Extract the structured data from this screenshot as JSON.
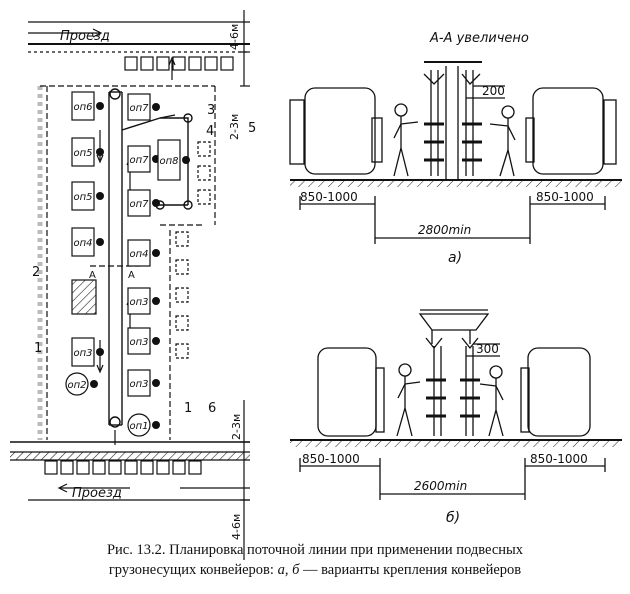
{
  "plan": {
    "road_top": "Проезд",
    "road_bottom": "Проезд",
    "dim_top": "4-6м",
    "dim_mid": "2-3м",
    "dim_bot_gap": "2-3м",
    "dim_bottom": "4-6м",
    "markers": {
      "m1a": "1",
      "m1b": "1",
      "m2": "2",
      "m3": "3",
      "m4": "4",
      "m5": "5",
      "m6": "6"
    },
    "section_a_left": "А",
    "section_a_right": "А",
    "left_ops": [
      "оп6",
      "оп5",
      "оп5",
      "оп4",
      "оп3",
      "оп2"
    ],
    "right_ops": [
      "оп7",
      "оп7",
      "оп8",
      "оп7",
      "оп4",
      "оп3",
      "оп3",
      "оп3",
      "оп1"
    ]
  },
  "section_a": {
    "title": "А-А увеличено",
    "gap": "200",
    "left_dim": "850-1000",
    "right_dim": "850-1000",
    "total_dim": "2800min",
    "label": "а)"
  },
  "section_b": {
    "gap": "300",
    "left_dim": "850-1000",
    "right_dim": "850-1000",
    "total_dim": "2600min",
    "label": "б)"
  },
  "caption": {
    "line1": "Рис. 13.2. Планировка поточной линии при применении подвесных",
    "line2_start": "грузонесущих конвейеров:",
    "a": "а,",
    "b": "б",
    "line2_end": "— варианты крепления конвейеров"
  }
}
